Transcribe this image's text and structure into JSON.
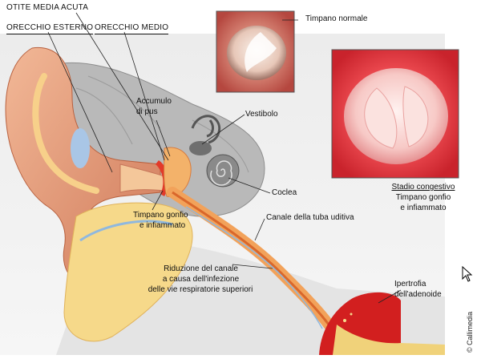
{
  "headers": {
    "title": "OTITE MEDIA ACUTA",
    "outer_ear": "ORECCHIO ESTERNO",
    "middle_ear": "ORECCHIO MEDIO"
  },
  "insets": {
    "normal": {
      "label": "Timpano normale"
    },
    "congested": {
      "stage": "Stadio congestivo",
      "desc_line1": "Timpano gonfio",
      "desc_line2": "e infiammato"
    }
  },
  "labels": {
    "pus_line1": "Accumulo",
    "pus_line2": "di pus",
    "vestibule": "Vestibolo",
    "cochlea": "Coclea",
    "eardrum_line1": "Timpano gonfio",
    "eardrum_line2": "e infiammato",
    "eustachian": "Canale della tuba uditiva",
    "reduction_line1": "Riduzione del canale",
    "reduction_line2": "a causa dell'infezione",
    "reduction_line3": "delle vie respiratorie superiori",
    "adenoid_line1": "Ipertrofia",
    "adenoid_line2": "dell'adenoide"
  },
  "copyright": "© Callimedia",
  "colors": {
    "skin": "#e8a07a",
    "bone": "#a9a9a9",
    "fat": "#f5d27a",
    "inflamed": "#e23a2a",
    "canal_blue": "#8fb8df"
  }
}
